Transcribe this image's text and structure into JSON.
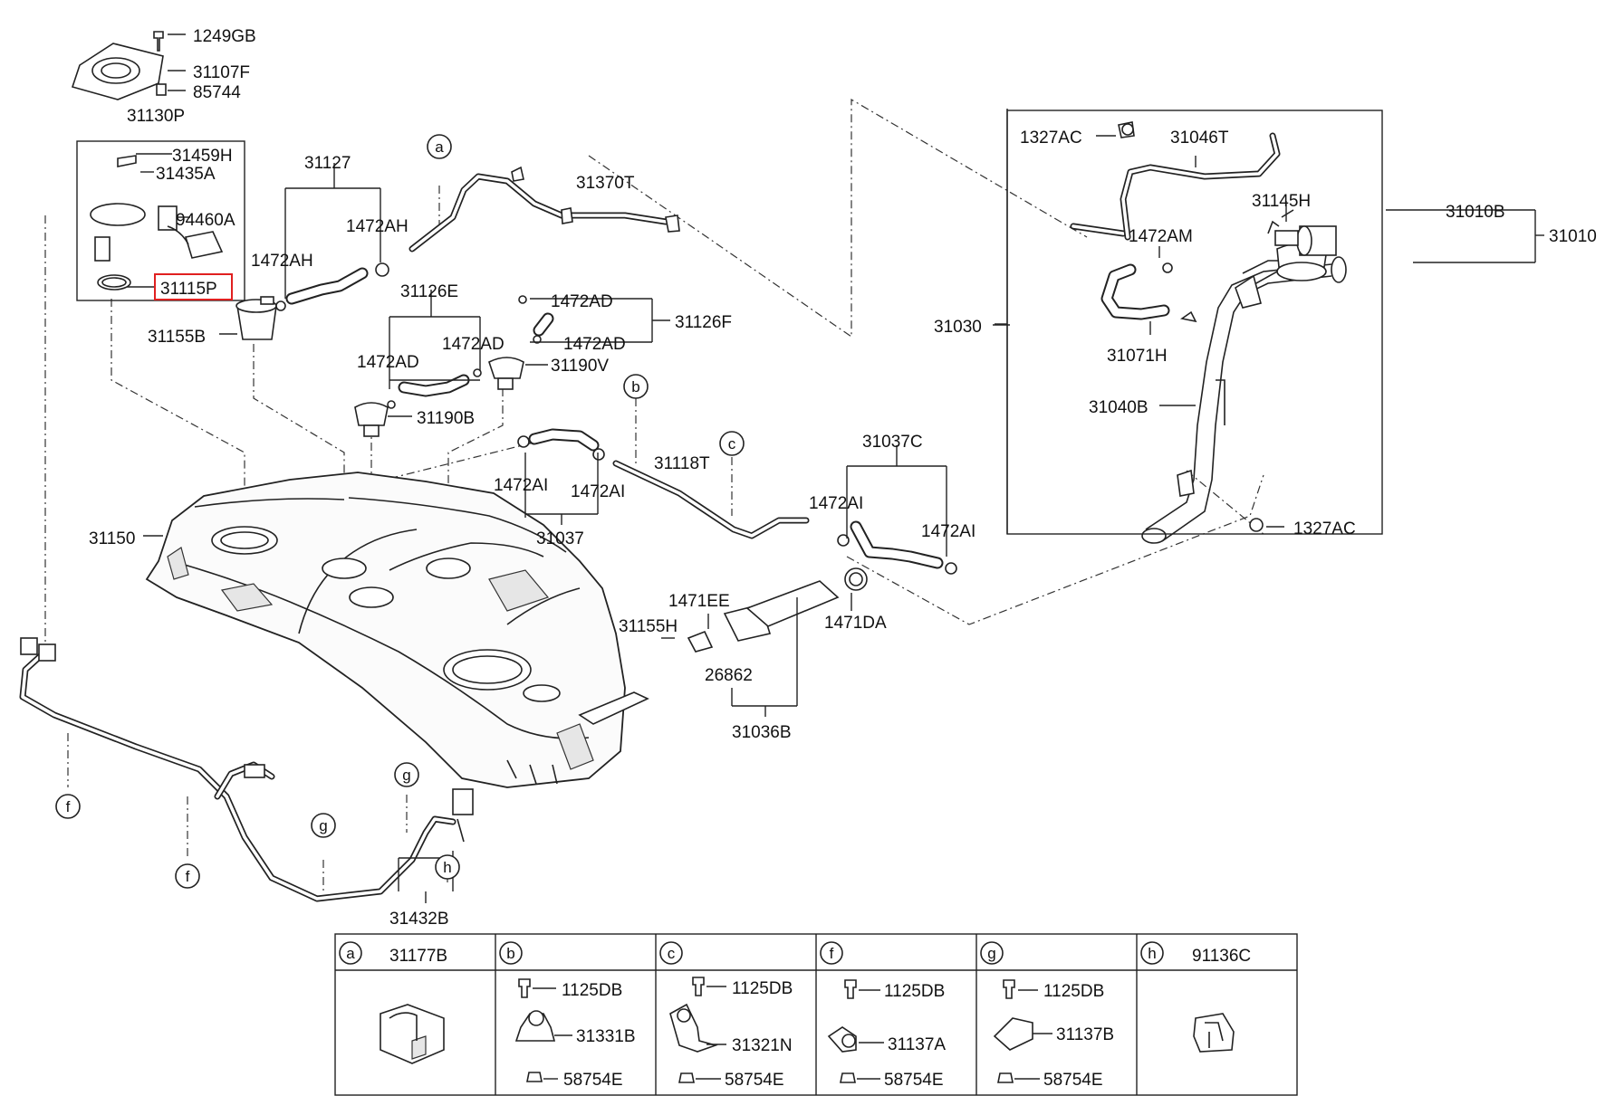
{
  "labels": {
    "p1249GB": "1249GB",
    "p31107F": "31107F",
    "p85744": "85744",
    "p31130P": "31130P",
    "p31459H": "31459H",
    "p31435A": "31435A",
    "p94460A": "94460A",
    "p31115P": "31115P",
    "p31127": "31127",
    "p1472AH_a": "1472AH",
    "p1472AH_b": "1472AH",
    "p31155B": "31155B",
    "p31370T": "31370T",
    "p31126E": "31126E",
    "p1472AD_a": "1472AD",
    "p1472AD_b": "1472AD",
    "p1472AD_c": "1472AD",
    "p1472AD_d": "1472AD",
    "p31126F": "31126F",
    "p31190V": "31190V",
    "p31190B": "31190B",
    "p1327AC_a": "1327AC",
    "p31046T": "31046T",
    "p31145H": "31145H",
    "p1472AM": "1472AM",
    "p31010B": "31010B",
    "p31010": "31010",
    "p31030": "31030",
    "p31071H": "31071H",
    "p31040B": "31040B",
    "p1327AC_b": "1327AC",
    "p31118T": "31118T",
    "p31037C": "31037C",
    "p1472AI_a": "1472AI",
    "p1472AI_b": "1472AI",
    "p1472AI_c": "1472AI",
    "p1472AI_d": "1472AI",
    "p31037": "31037",
    "p31150": "31150",
    "p1471EE": "1471EE",
    "p31155H": "31155H",
    "p1471DA": "1471DA",
    "p26862": "26862",
    "p31036B": "31036B",
    "p31432B": "31432B"
  },
  "callouts": {
    "a": "a",
    "b": "b",
    "c": "c",
    "f1": "f",
    "f2": "f",
    "g1": "g",
    "g2": "g",
    "h": "h"
  },
  "legend_table": {
    "cells": [
      {
        "letter": "a",
        "header": "31177B",
        "parts": []
      },
      {
        "letter": "b",
        "header": "",
        "parts": [
          "1125DB",
          "31331B",
          "58754E"
        ]
      },
      {
        "letter": "c",
        "header": "",
        "parts": [
          "1125DB",
          "31321N",
          "58754E"
        ]
      },
      {
        "letter": "f",
        "header": "",
        "parts": [
          "1125DB",
          "31137A",
          "58754E"
        ]
      },
      {
        "letter": "g",
        "header": "",
        "parts": [
          "1125DB",
          "31137B",
          "58754E"
        ]
      },
      {
        "letter": "h",
        "header": "91136C",
        "parts": []
      }
    ]
  },
  "highlight": {
    "part": "31115P",
    "color": "#e02020"
  }
}
